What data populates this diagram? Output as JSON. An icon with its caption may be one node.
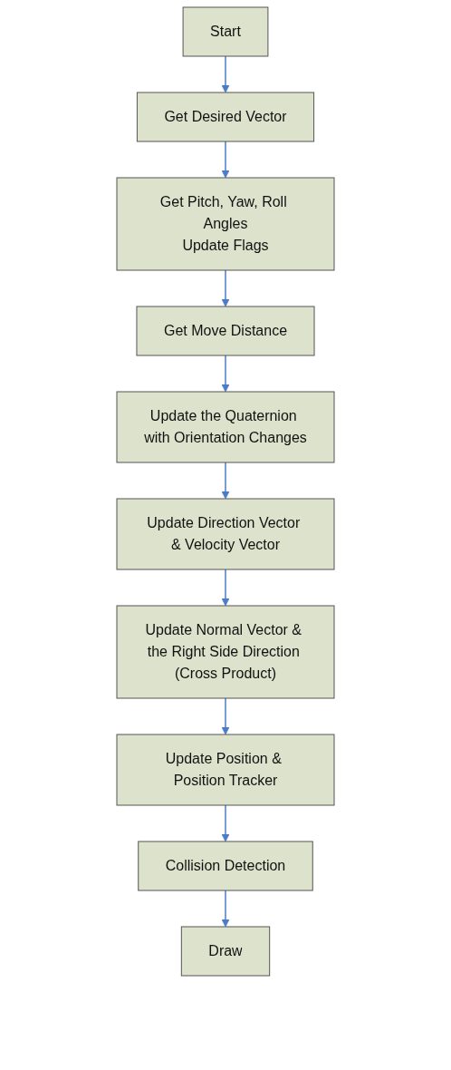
{
  "diagram": {
    "nodes": [
      {
        "text": [
          "Start"
        ]
      },
      {
        "text": [
          "Get Desired Vector"
        ]
      },
      {
        "text": [
          "Get Pitch, Yaw, Roll Angles",
          "Update Flags"
        ]
      },
      {
        "text": [
          "Get Move Distance"
        ]
      },
      {
        "text": [
          "Update the Quaternion with Orientation Changes"
        ]
      },
      {
        "text": [
          "Update Direction Vector & Velocity Vector"
        ]
      },
      {
        "text": [
          "Update Normal Vector & the Right Side Direction (Cross Product)"
        ]
      },
      {
        "text": [
          "Update Position & Position Tracker"
        ]
      },
      {
        "text": [
          "Collision Detection"
        ]
      },
      {
        "text": [
          "Draw"
        ]
      }
    ],
    "edges": [
      {
        "from": 0,
        "to": 1,
        "arrow": "to"
      },
      {
        "from": 1,
        "to": 2,
        "arrow": "to"
      },
      {
        "from": 2,
        "to": 3,
        "arrow": "to"
      },
      {
        "from": 3,
        "to": 4,
        "arrow": "to"
      },
      {
        "from": 4,
        "to": 5,
        "arrow": "to"
      },
      {
        "from": 5,
        "to": 6,
        "arrow": "to"
      },
      {
        "from": 6,
        "to": 7,
        "arrow": "to"
      },
      {
        "from": 7,
        "to": 8,
        "arrow": "to"
      },
      {
        "from": 8,
        "to": 9,
        "arrow": "to"
      }
    ]
  }
}
